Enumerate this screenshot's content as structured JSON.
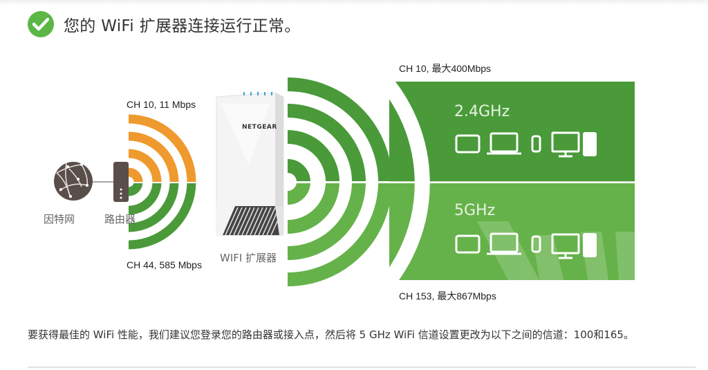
{
  "status": {
    "icon": "check-circle-icon",
    "text": "您的 WiFi 扩展器连接运行正常。",
    "color": "#5cb746"
  },
  "diagram": {
    "internet_label": "因特网",
    "router_label": "路由器",
    "extender_label": "WIFI 扩展器",
    "extender_brand": "NETGEAR",
    "router_link": {
      "band_24": "CH 10, 11 Mbps",
      "band_5": "CH 44, 585 Mbps",
      "color_24": "#ef9a2e",
      "color_5": "#4a9a3a"
    },
    "client_link": {
      "band_24": {
        "name": "2.4GHz",
        "info": "CH 10, 最大400Mbps",
        "color": "#4a9a3a"
      },
      "band_5": {
        "name": "5GHz",
        "info": "CH 153, 最大867Mbps",
        "color": "#66b24a"
      },
      "devices": [
        "tablet-icon",
        "laptop-icon",
        "phone-icon",
        "desktop-icon"
      ]
    }
  },
  "footer": {
    "recommendation": "要获得最佳的 WiFi 性能，我们建议您登录您的路由器或接入点，然后将 5 GHz WiFi 信道设置更改为以下之间的信道：100和165。"
  }
}
